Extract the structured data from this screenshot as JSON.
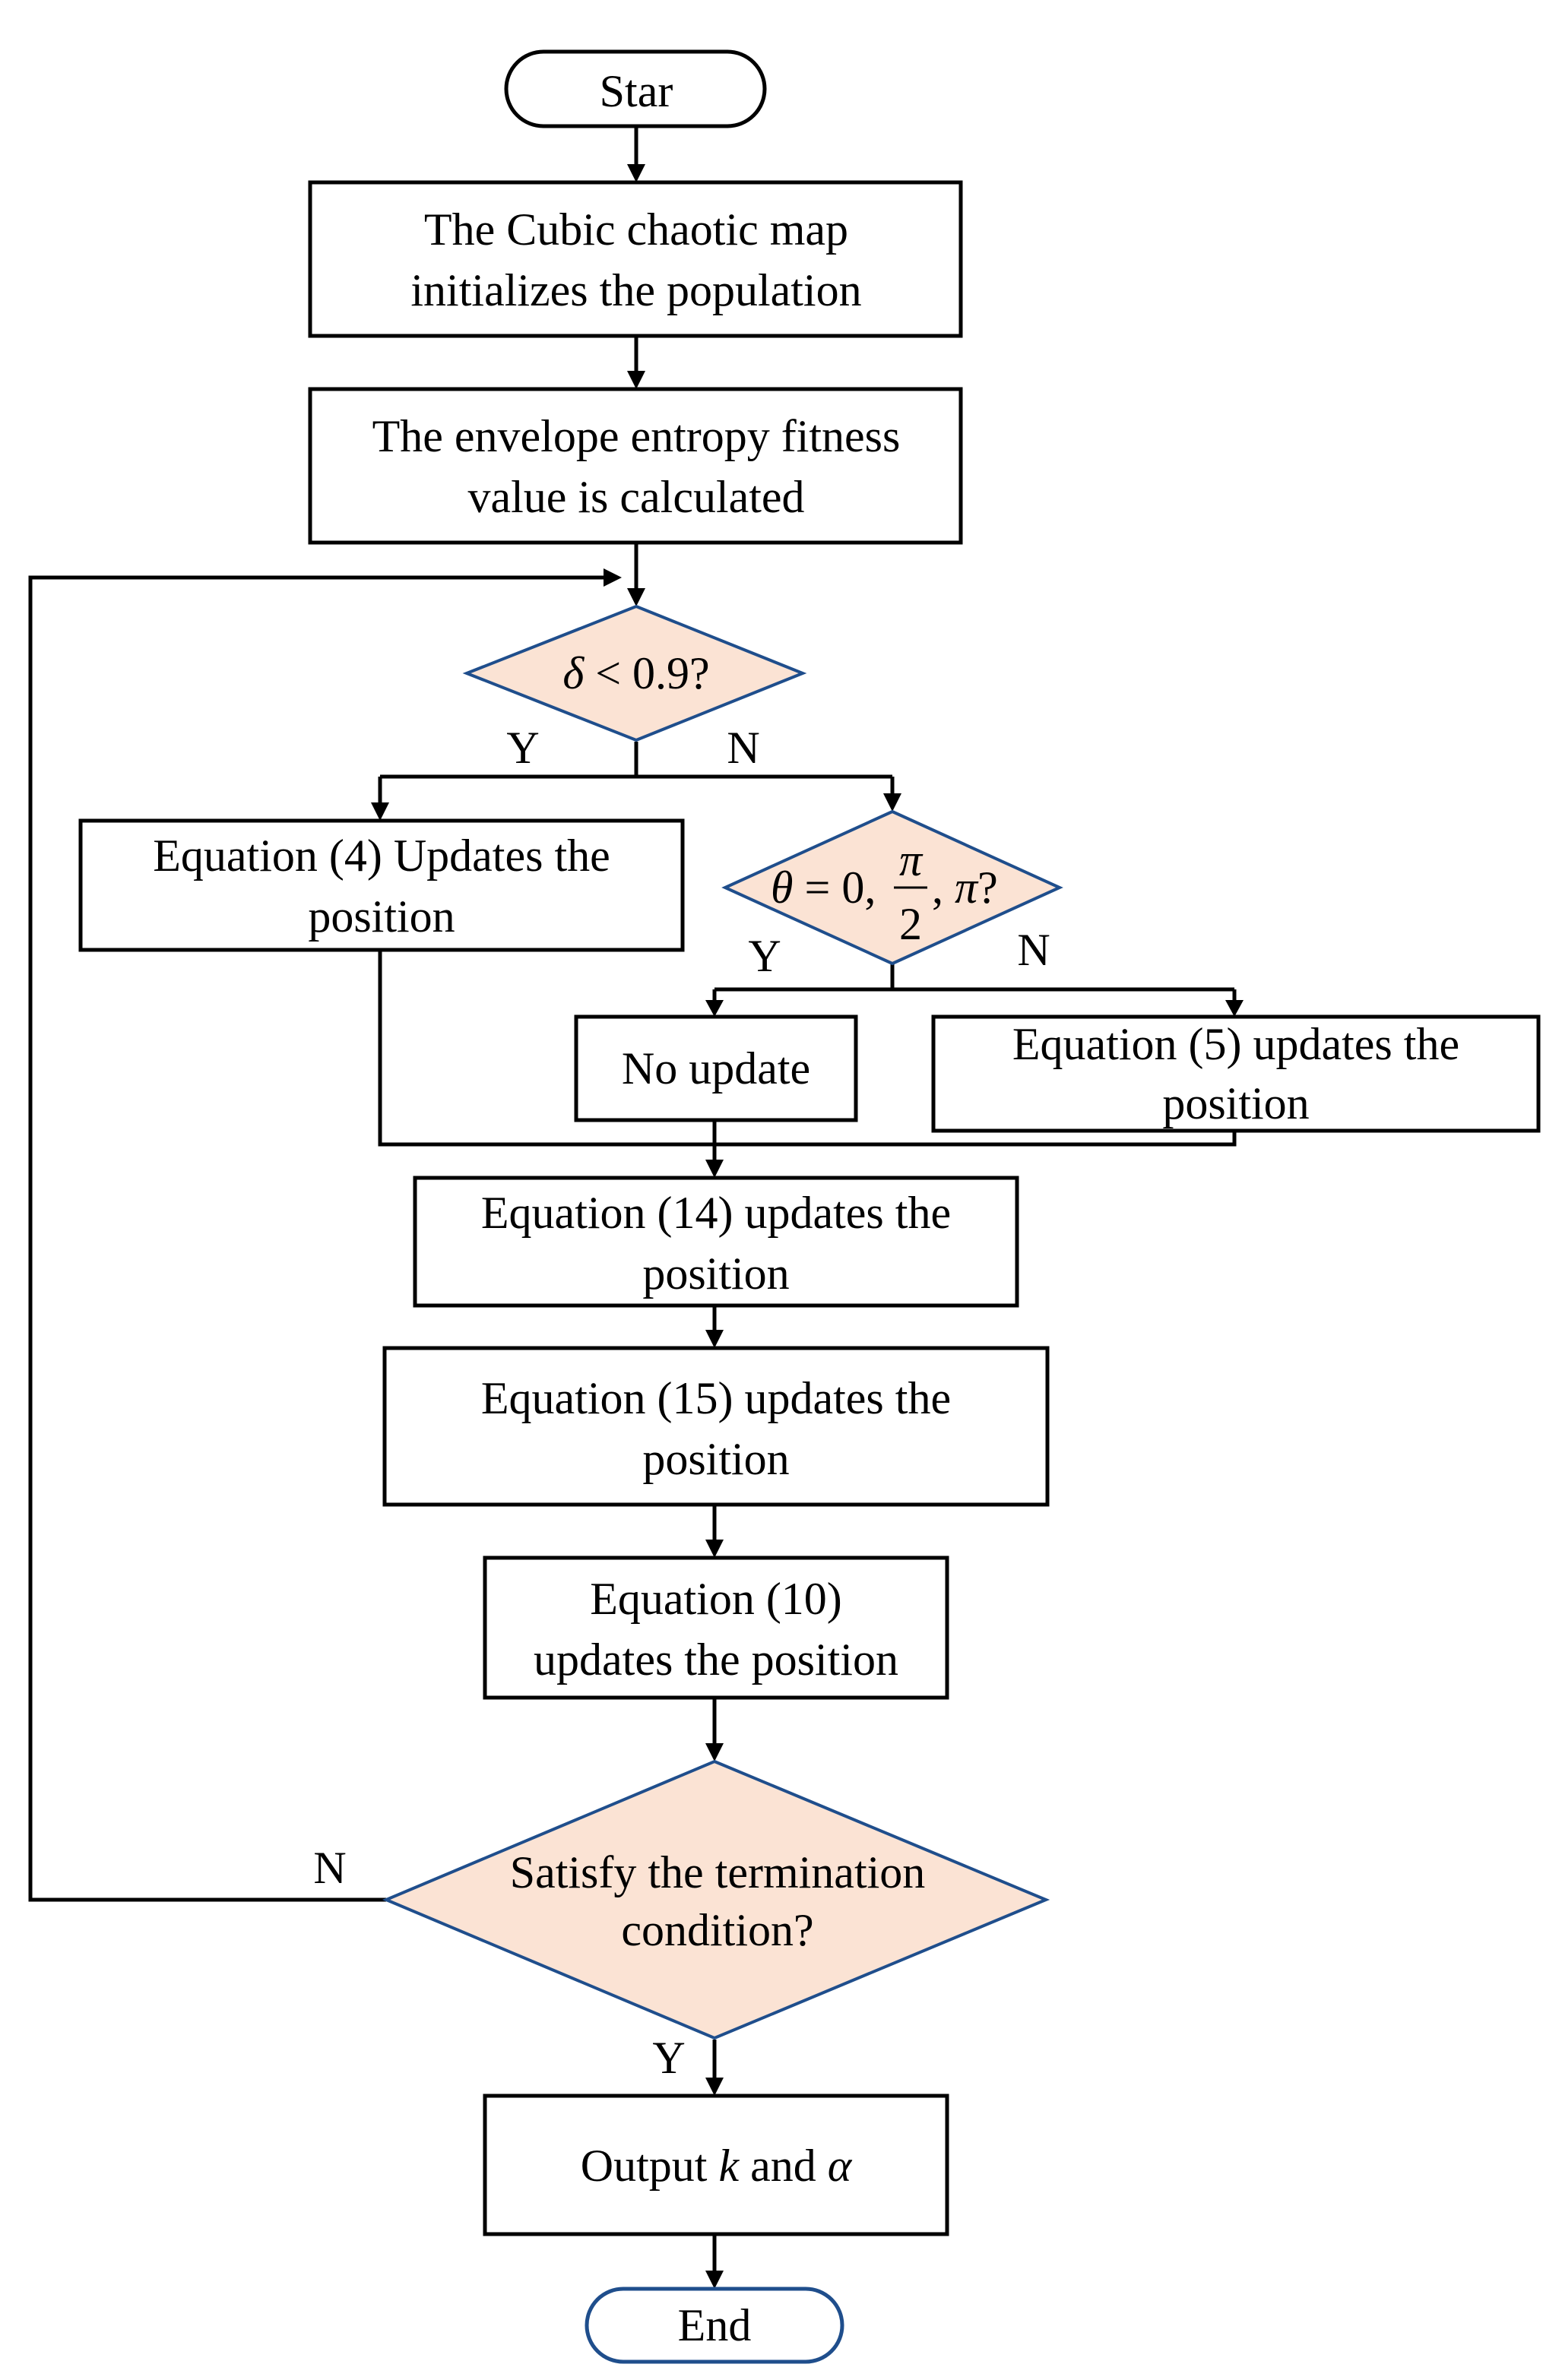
{
  "start": "Star",
  "init": [
    "The Cubic chaotic map",
    "initializes the population"
  ],
  "fitness": [
    "The envelope entropy fitness",
    "value is calculated"
  ],
  "decision1": {
    "symbol": "δ",
    "rest": " < 0.9?"
  },
  "branch_y": "Y",
  "branch_n": "N",
  "eq4": [
    "Equation (4) Updates the",
    "position"
  ],
  "decision2": {
    "theta": "θ",
    "eq": " = 0, ",
    "pi": "π",
    "two": "2",
    "comma": ", ",
    "pi2": "π",
    "q": "?"
  },
  "no_update": "No update",
  "eq5": [
    "Equation (5) updates the",
    "position"
  ],
  "eq14": [
    "Equation (14) updates the",
    "position"
  ],
  "eq15": [
    "Equation (15) updates the",
    "position"
  ],
  "eq10": [
    "Equation (10)",
    "updates the position"
  ],
  "termination": [
    "Satisfy the termination",
    "condition?"
  ],
  "output": {
    "prefix": "Output ",
    "k": "k",
    "mid": " and ",
    "alpha": "α"
  },
  "end": "End"
}
